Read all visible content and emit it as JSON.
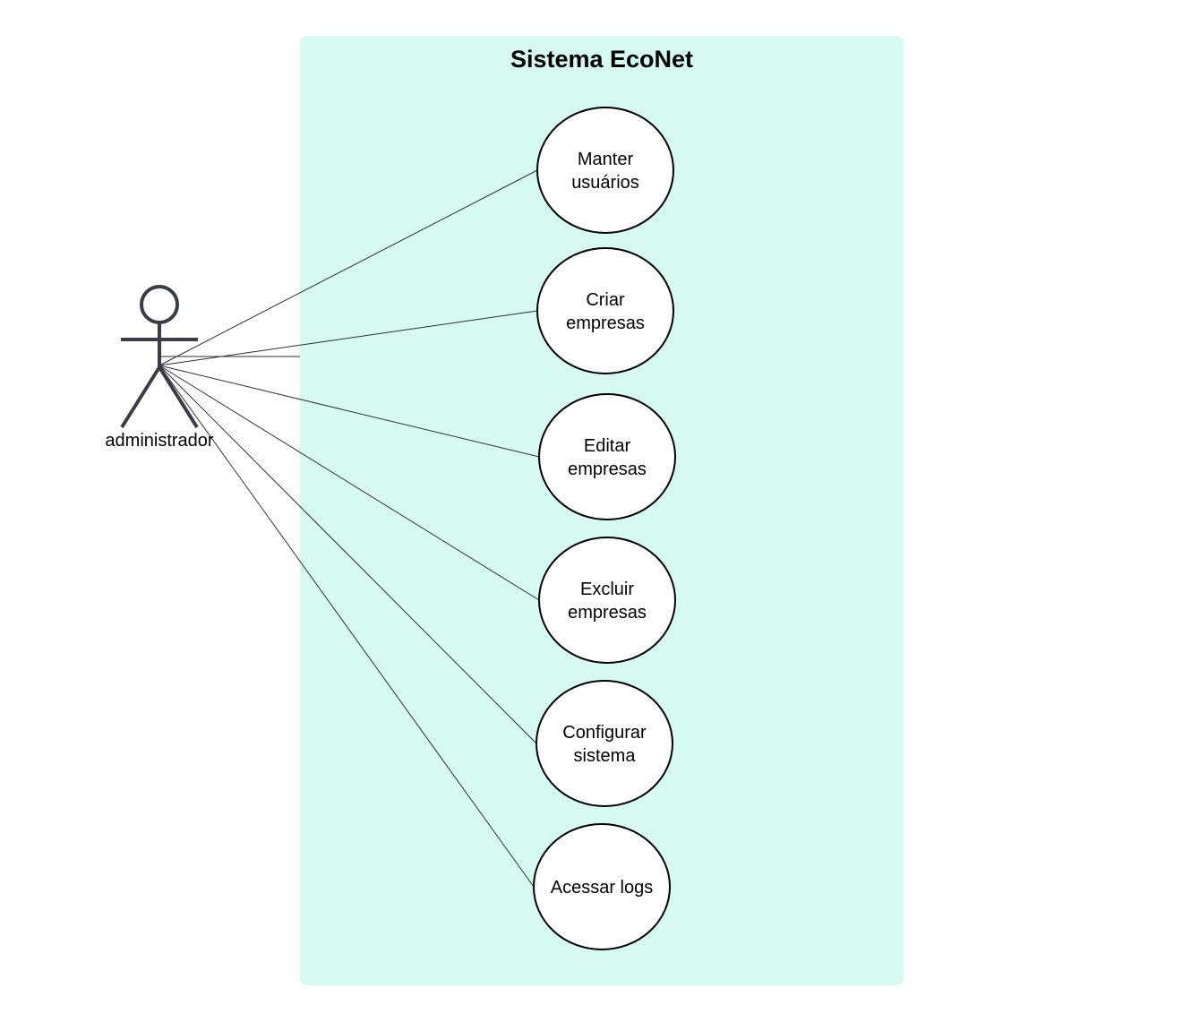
{
  "colors": {
    "system_fill": "#d6f9f2",
    "actor_stroke": "#3a3d45",
    "line": "#2f2f2f",
    "ellipse_fill": "#ffffff",
    "ellipse_stroke": "#000000"
  },
  "system": {
    "title": "Sistema EcoNet"
  },
  "actor": {
    "label": "administrador",
    "icon": "stick-figure-actor-icon"
  },
  "use_cases": [
    {
      "id": "manter-usuarios",
      "lines": [
        "Manter",
        "usuários"
      ]
    },
    {
      "id": "criar-empresas",
      "lines": [
        "Criar",
        "empresas"
      ]
    },
    {
      "id": "editar-empresas",
      "lines": [
        "Editar",
        "empresas"
      ]
    },
    {
      "id": "excluir-empresas",
      "lines": [
        "Excluir",
        "empresas"
      ]
    },
    {
      "id": "configurar-sistema",
      "lines": [
        "Configurar",
        "sistema"
      ]
    },
    {
      "id": "acessar-logs",
      "lines": [
        "Acessar logs"
      ]
    }
  ]
}
